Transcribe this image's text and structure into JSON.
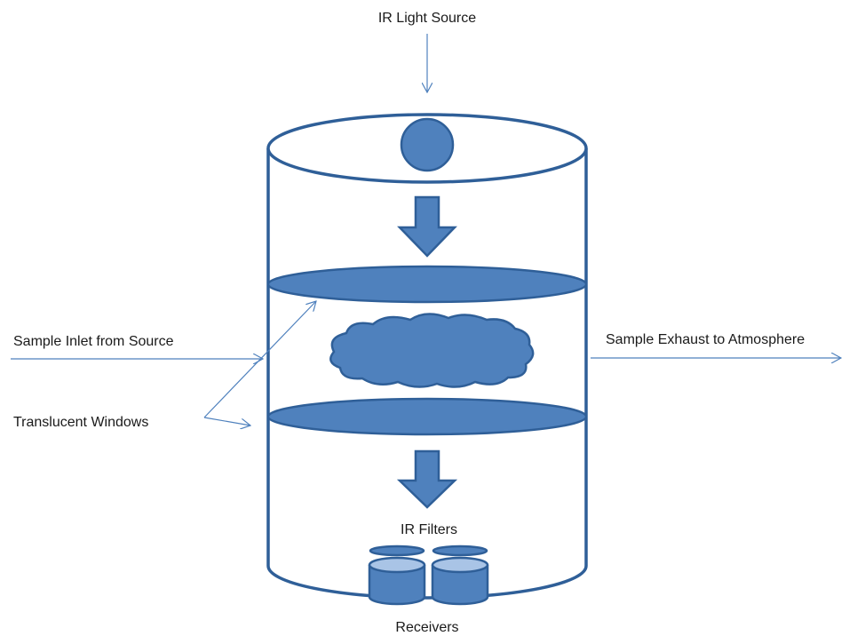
{
  "labels": {
    "ir_light_source": "IR Light Source",
    "sample_inlet": "Sample Inlet from Source",
    "sample_exhaust": "Sample Exhaust to Atmosphere",
    "translucent_windows": "Translucent Windows",
    "ir_filters": "IR Filters",
    "receivers": "Receivers"
  },
  "colors": {
    "fill": "#4f81bd",
    "outline": "#2f5f98",
    "light_fill": "#a9c4e6",
    "text": "#1a1a1a"
  }
}
